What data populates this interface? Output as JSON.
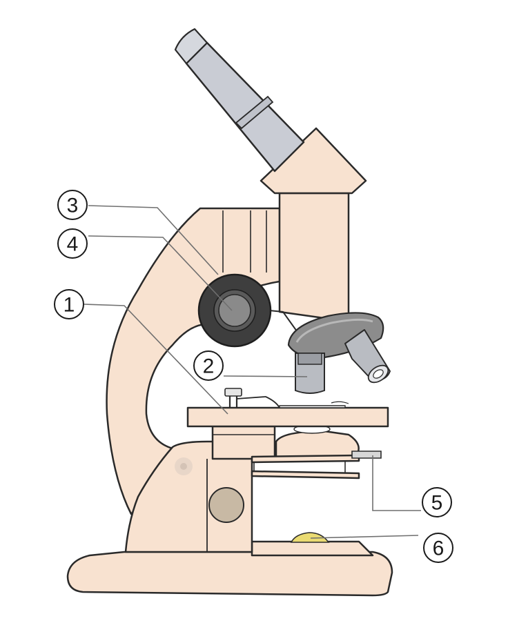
{
  "colors": {
    "body": "#f8e2d0",
    "outline": "#2a2a2a",
    "tube": "#c9ccd4",
    "knob_outer": "#3e3e3e",
    "knob_inner": "#8a8a8a",
    "turret": "#8c8c8c",
    "objective": "#b9bcc2",
    "knob_lower": "#c8b9a4",
    "mirror": "#eadb72",
    "leader": "#6f6f6f"
  },
  "labels": [
    {
      "id": "1",
      "text": "1"
    },
    {
      "id": "2",
      "text": "2"
    },
    {
      "id": "3",
      "text": "3"
    },
    {
      "id": "4",
      "text": "4"
    },
    {
      "id": "5",
      "text": "5"
    },
    {
      "id": "6",
      "text": "6"
    }
  ]
}
